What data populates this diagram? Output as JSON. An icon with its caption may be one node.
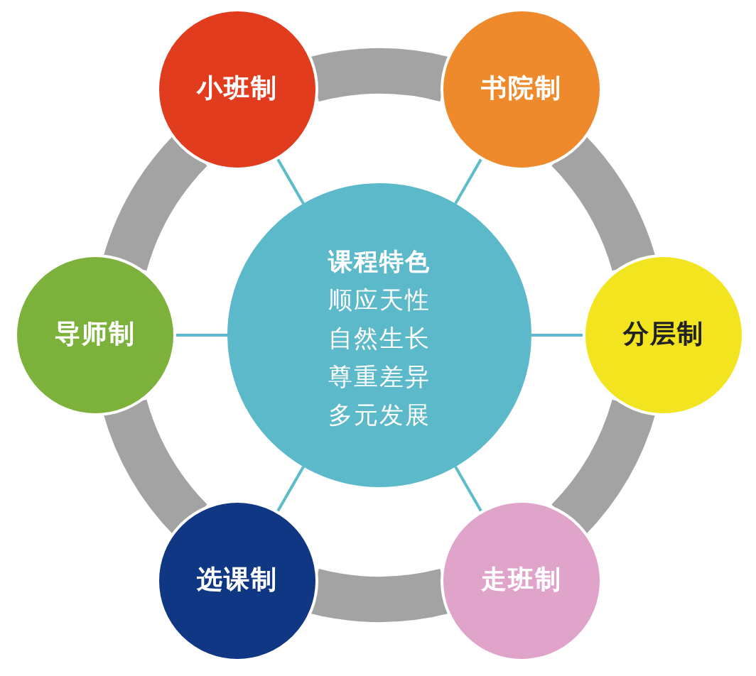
{
  "diagram": {
    "nodes": [
      {
        "text": [
          "小班制"
        ]
      },
      {
        "text": [
          "书院制"
        ]
      },
      {
        "text": [
          "导师制"
        ]
      },
      {
        "text": [
          "课程特色",
          "顺应天性",
          "自然生长",
          "尊重差异",
          "多元发展"
        ]
      },
      {
        "text": [
          "分层制"
        ]
      },
      {
        "text": [
          "选课制"
        ]
      },
      {
        "text": [
          "走班制"
        ]
      }
    ],
    "edges": [
      {
        "from": 3,
        "to": 0,
        "arrow": "none"
      },
      {
        "from": 3,
        "to": 1,
        "arrow": "none"
      },
      {
        "from": 3,
        "to": 2,
        "arrow": "none"
      },
      {
        "from": 3,
        "to": 4,
        "arrow": "none"
      },
      {
        "from": 3,
        "to": 5,
        "arrow": "none"
      },
      {
        "from": 3,
        "to": 6,
        "arrow": "none"
      },
      {
        "from": 0,
        "to": 1,
        "arrow": "none",
        "style": "thick",
        "color": "#a3a3a3"
      },
      {
        "from": 1,
        "to": 4,
        "arrow": "none",
        "style": "thick",
        "color": "#a3a3a3"
      },
      {
        "from": 4,
        "to": 6,
        "arrow": "none",
        "style": "thick",
        "color": "#a3a3a3"
      },
      {
        "from": 6,
        "to": 5,
        "arrow": "none",
        "style": "thick",
        "color": "#a3a3a3"
      },
      {
        "from": 5,
        "to": 2,
        "arrow": "none",
        "style": "thick",
        "color": "#a3a3a3"
      },
      {
        "from": 2,
        "to": 0,
        "arrow": "none",
        "style": "thick",
        "color": "#a3a3a3"
      }
    ]
  }
}
